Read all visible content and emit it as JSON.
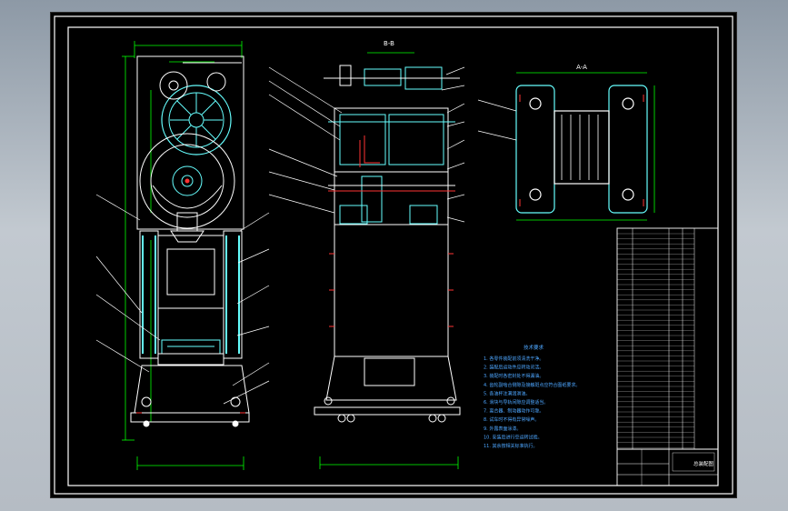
{
  "drawing": {
    "views": {
      "section_bb": "B-B",
      "section_aa": "A-A"
    },
    "tech_requirements": {
      "heading": "技术要求",
      "items": [
        "1. 各零件装配前须清洗干净。",
        "2. 装配后运动件应转动灵活。",
        "3. 装配时各密封处不得漏油。",
        "4. 齿轮副啮合侧隙及接触斑点应符合图纸要求。",
        "5. 各油杯注满润滑油。",
        "6. 滑块与导轨间隙应调整适当。",
        "7. 离合器、制动器动作可靠。",
        "8. 试车时不得有异常噪声。",
        "9. 外露表面涂漆。",
        "10. 安装后进行空运转试验。",
        "11. 其余按相关标准执行。"
      ]
    },
    "title_block": {
      "name": "总装配图"
    }
  },
  "colors": {
    "background": "#000000",
    "outline": "#ffffff",
    "dimension": "#00ff00",
    "part": "#66ffff",
    "accent": "#ff3333",
    "text": "#ffffff",
    "notes": "#4da6ff"
  }
}
